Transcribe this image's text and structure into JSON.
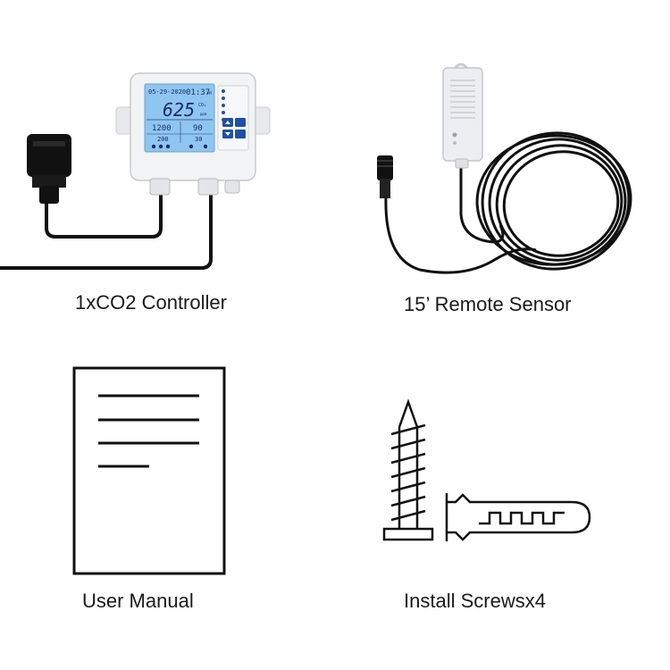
{
  "items": [
    {
      "label": "1xCO2 Controller",
      "display": {
        "date": "05-29-2020",
        "time": "01:37",
        "ampm": "PM",
        "co2": "625",
        "co2_unit": "CO₂",
        "ppm": "ppm",
        "set_high": "1200",
        "set_low": "200",
        "val_a": "90",
        "val_b": "30"
      }
    },
    {
      "label": "15’ Remote Sensor"
    },
    {
      "label": "User Manual"
    },
    {
      "label": "Install Screwsx4"
    }
  ],
  "colors": {
    "background": "#ffffff",
    "housing": "#f2f3f5",
    "lcd": "#8ec6f0",
    "cable": "#111111",
    "button": "#1f4fa8"
  }
}
